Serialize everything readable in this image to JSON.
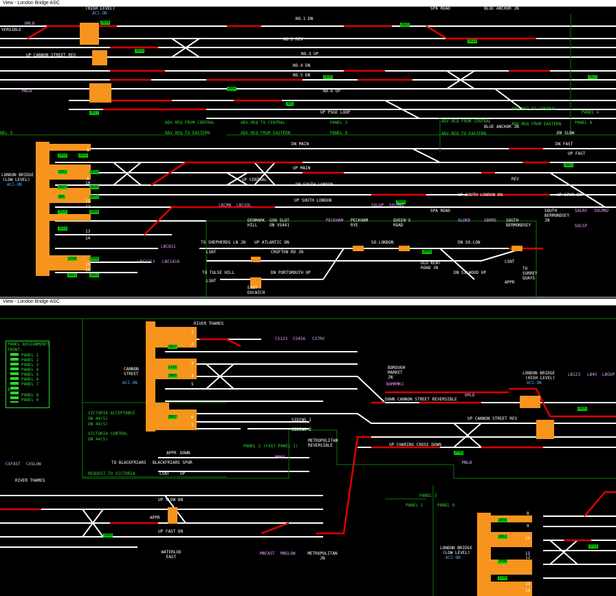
{
  "top_window": {
    "title": "View - London Bridge ASC",
    "labels": {
      "high_level": "(HIGH LEVEL)",
      "aci_on": "ACI-ON",
      "reversible": "VERSIBLE",
      "bmlb": "BMLB",
      "up_cannon_rev": "UP CANNON STREET REV",
      "mnlb": "MNLB",
      "no1dn": "NO.1 DN",
      "no2rev": "NO.2 REV",
      "no3up": "NO.3 UP",
      "no4dn": "NO.4 DN",
      "no5dn": "NO.5 DN",
      "no6up": "NO.6 UP",
      "up_psge_loop": "UP PSGE LOOP",
      "spa_road": "SPA ROAD",
      "blue_anchor_jn": "BLUE ANCHOR JN",
      "adv_req_central1": "ADV.REQ FROM CENTRAL",
      "adv_req_central2": "ADV.REQ TO CENTRAL",
      "adv_req_eastern1": "ADV.REQ TO EASTERN",
      "adv_req_eastern2": "ADV.REQ FROM EASTERN",
      "panel3": "PANEL 3",
      "panel9": "PANEL 9",
      "panel9_left": "NEL 9",
      "adv_req_from_central_r": "ADV.REQ FROM CENTRAL",
      "adv_req_to_eastern_r": "ADV.REQ TO EASTERN",
      "blue_anchor": "BLUE ANCHOR JN",
      "adv_req_to_central_r": "ADV.REQ TO CENTRAL",
      "adv_req_from_eastern_r": "ADV.REQ FROM EASTERN",
      "panel4": "PANEL 4",
      "panel8": "PANEL 8",
      "london_bridge_low": "LONDON BRIDGE",
      "low_level": "(LOW LEVEL)",
      "dn_main": "DN MAIN",
      "dn_slow": "DN SLOW",
      "dn_fast": "DN FAST",
      "up_fast": "UP FAST",
      "up_main": "UP MAIN",
      "up_central": "UP CENTRAL",
      "dn_south_london": "DN SOUTH LONDON",
      "up_south_london": "UP SOUTH LONDON",
      "up_south_london_dn": "UP SOUTH LONDON DN",
      "rev": "REV",
      "up_spur_dn": "UP SPUR DN",
      "lbcmn": "LBCMN",
      "lbcsol": "LBCSOL",
      "solup": "SOLUP",
      "solmn1": "SOLMN1",
      "spa_road2": "SPA ROAD",
      "south_bermondsey_jn": "SOUTH BERMONDSEY JN",
      "solrv": "SOLRV",
      "solmn2": "SOLMN2",
      "solsp": "SOLSP",
      "denmark_hill": "DENMARK HILL",
      "gsn_slot": "GSN SLOT ON VS441",
      "peckham": "PECKHAM",
      "peckham_rye": "PECKHAM RYE",
      "queens_road": "QUEEN'S ROAD",
      "oldkr": "OLDKR",
      "sbrms": "SBRMS",
      "south_bermondsey": "SOUTH BERMONDSEY",
      "to_shepherds": "TO SHEPHERDS LN JN",
      "up_atlantic_dn": "UP ATLANTIC DN",
      "so_london": "SO.LONDON",
      "dn_so_lon": "DN SO.LON",
      "crofton_rd_jn": "CROFTON RD JN",
      "old_kent_road_jn": "OLD KENT ROAD JN",
      "lsnt1": "LSNT",
      "lsnt2": "LSNT",
      "lsnt3": "LSNT",
      "to_tulse_hill": "TO TULSE HILL",
      "dn_portsmouth_up": "DN PORTSMOUTH UP",
      "dn_silwood_up": "DN SILWOOD UP",
      "to_surrey_quays": "TO SURREY QUAYS",
      "appr": "APPR",
      "east_dulwich": "EAST DULWICH",
      "lbc811": "LBC811",
      "lbc1213": "LBC1213",
      "lbc1416": "LBC1416"
    },
    "berths": [
      "2B39",
      "2B34",
      "2B20",
      "3A10",
      "2B30",
      "2B04",
      "2B23",
      "3B1",
      "2B17",
      "2B16",
      "2B31",
      "1B12",
      "2B14",
      "3B15",
      "2B36",
      "3B1",
      "2B13",
      "2B25",
      "2B09",
      "3B18",
      "2J10",
      "2B08",
      "2B01",
      "3B02",
      "2B04",
      "2B02",
      "2B06"
    ],
    "platform_numbers": [
      "8",
      "9",
      "10",
      "11",
      "12",
      "13",
      "14",
      "15",
      "16"
    ]
  },
  "bottom_window": {
    "title": "View - London Bridge ASC",
    "panel_assignments": {
      "heading": "PANEL ASSIGNMENTS",
      "front": "FRONT:",
      "items": [
        "PANEL 1",
        "PANEL 2",
        "PANEL 3",
        "PANEL 4",
        "PANEL 5",
        "PANEL 6",
        "PANEL 7"
      ],
      "back": "BACK:",
      "back_items": [
        "PANEL 8",
        "PANEL 9"
      ]
    },
    "labels": {
      "river_thames_top": "RIVER THAMES",
      "cs123": "CS123",
      "cs456": "CS456",
      "cs7rv": "CS7RV",
      "cannon_street": "CANNON STREET",
      "aci_on_cannon": "ACI-ON",
      "borough_market_jn": "BOROUGH MARKET JN",
      "bomrmkj": "BOMRMKJ",
      "down_cannon_rev": "DOWN CANNON STREET REVERSIBLE",
      "london_bridge_high": "LONDON BRIDGE",
      "high_level": "(HIGH LEVEL)",
      "aci_on_lb": "ACI-ON",
      "lb123": "LB123",
      "lb45": "LB45",
      "lbgup": "LBGUP",
      "bmlb": "BMLB",
      "up_cannon_rev": "UP CANNON STREET REV",
      "victoria_acceptance": "VICTORIA ACCEPTANCE",
      "on_44s_1": "ON 44(S)",
      "on_44s_2": "ON 44(S)",
      "victoria_control": "VICTORIA CONTROL",
      "on_44s_3": "ON 44(S)",
      "siding1": "SIDING 1",
      "siding2": "SIDING 2",
      "metropolitan_rev": "METROPOLITAN REVERSIBLE",
      "panel2_fast": "PANEL 2 (FAST PANEL 1)",
      "up_charing_cross_down": "UP CHARING CROSS DOWN",
      "mnkv": "MNKV",
      "mnlb": "MNLB",
      "to_blackfriars": "TO BLACKFRIARS",
      "blackfriars_spur": "BLACKFRIARS SPUR",
      "appr": "APPR",
      "down": "DOWN",
      "lsnt": "LSNT",
      "up": "UP",
      "request_victoria": "REQUEST TO VICTORIA",
      "cxfast": "CXFAST",
      "cxslow": "CXSLOW",
      "river_thames_bottom": "RIVER THAMES",
      "up_slow_dn": "UP SLOW DN",
      "up_fast_dn": "UP FAST DN",
      "appr2": "APPR",
      "waterloo_east": "WATERLOO EAST",
      "mnfast": "MNFAST",
      "mnslow": "MNSLOW",
      "metropolitan_jn": "METROPOLITAN JN",
      "panel1": "PANEL 1",
      "panel9": "PANEL 9",
      "panel3": "PANEL 3",
      "london_bridge_low": "LONDON BRIDGE",
      "low_level": "(LOW LEVEL)",
      "aci_on_low": "ACI-ON"
    },
    "platform_numbers_left": [
      "1",
      "2",
      "3",
      "4",
      "5",
      "6",
      "7"
    ],
    "platform_numbers_low": [
      "8",
      "9",
      "10",
      "11",
      "12",
      "13",
      "14"
    ]
  },
  "colors": {
    "background": "#000000",
    "track": "#ffffff",
    "route_set": "#e00000",
    "platform": "#f7941d",
    "berth": "#00d000",
    "label": "#e8a0ff",
    "signal": "#3a8aff",
    "text_green": "#2fd52f"
  }
}
